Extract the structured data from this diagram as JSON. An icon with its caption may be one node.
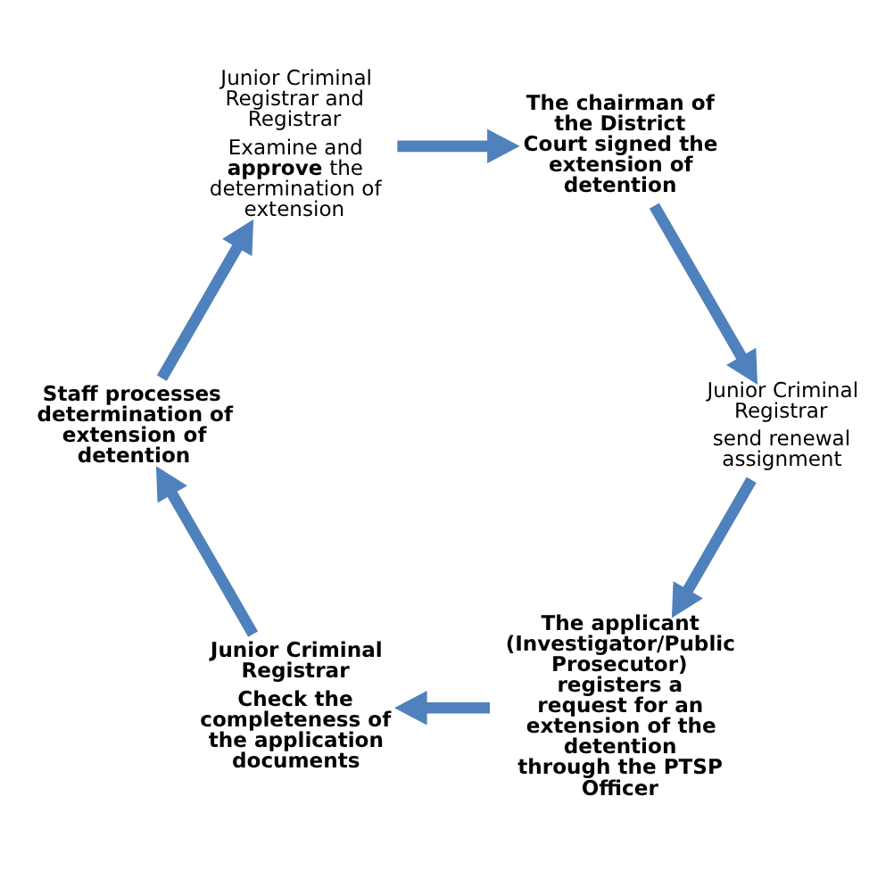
{
  "diagram": {
    "nodes": [
      {
        "text": [
          "The applicant (Investigator/Public Prosecutor) registers a request for an extension of the detention through the PTSP Officer"
        ]
      },
      {
        "text": [
          "Junior Criminal Registrar",
          "Check the completeness of the application documents"
        ]
      },
      {
        "text": [
          "Staff processes determination of extension of detention"
        ]
      },
      {
        "text": [
          "Junior Criminal Registrar and Registrar",
          "Examine and **approve** the determination of extension"
        ]
      },
      {
        "text": [
          "The chairman of the District Court signed the extension of detention"
        ]
      },
      {
        "text": [
          "Junior Criminal Registrar",
          "send renewal assignment"
        ]
      }
    ],
    "edges": [
      {
        "from": 0,
        "to": 1,
        "arrow": "to"
      },
      {
        "from": 1,
        "to": 2,
        "arrow": "to"
      },
      {
        "from": 2,
        "to": 3,
        "arrow": "to"
      },
      {
        "from": 3,
        "to": 4,
        "arrow": "to"
      },
      {
        "from": 4,
        "to": 5,
        "arrow": "to"
      },
      {
        "from": 5,
        "to": 0,
        "arrow": "to"
      }
    ]
  }
}
